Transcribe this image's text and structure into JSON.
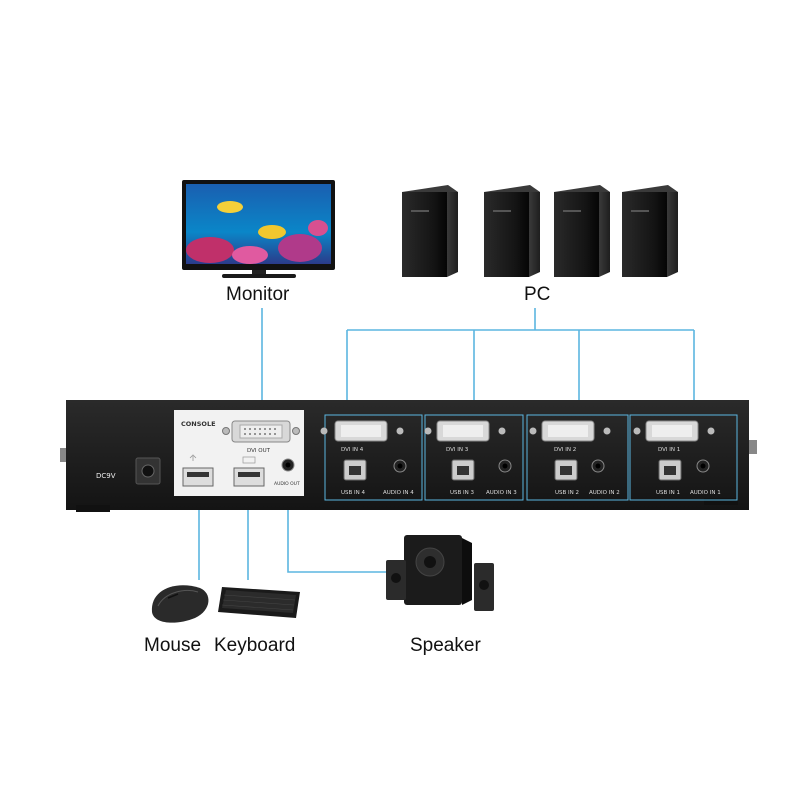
{
  "labels": {
    "monitor": "Monitor",
    "pc": "PC",
    "mouse": "Mouse",
    "keyboard": "Keyboard",
    "speaker": "Speaker"
  },
  "panel": {
    "console": "CONSOLE",
    "dvi_out": "DVI OUT",
    "audio_out": "AUDIO OUT",
    "dc_power": "DC9V",
    "ports": [
      {
        "dvi": "DVI IN 4",
        "usb": "USB IN 4",
        "audio": "AUDIO IN 4"
      },
      {
        "dvi": "DVI IN 3",
        "usb": "USB IN 3",
        "audio": "AUDIO IN 3"
      },
      {
        "dvi": "DVI IN 2",
        "usb": "USB IN 2",
        "audio": "AUDIO IN 2"
      },
      {
        "dvi": "DVI IN 1",
        "usb": "USB IN 1",
        "audio": "AUDIO IN 1"
      }
    ]
  },
  "colors": {
    "connector_line": "#5bb6e0",
    "chassis": "#1c1c1c",
    "console_panel": "#f2f2f2"
  }
}
